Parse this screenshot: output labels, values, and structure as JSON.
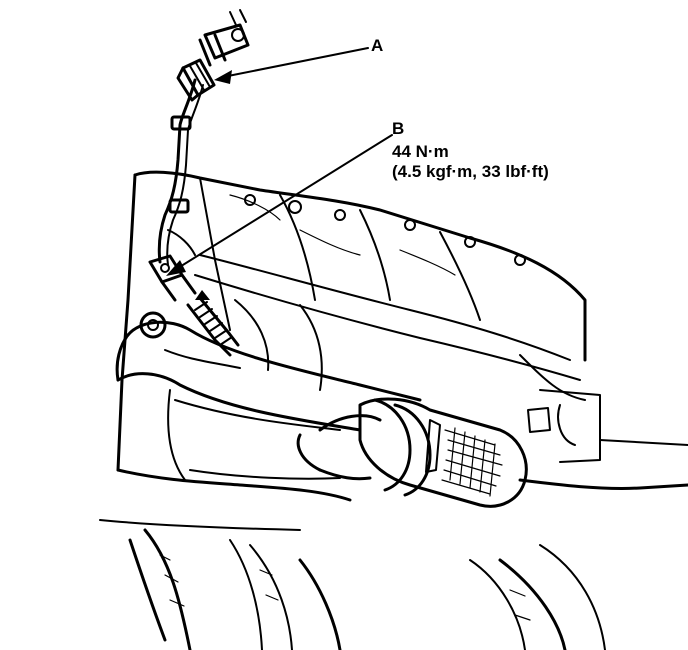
{
  "callouts": {
    "a": {
      "letter": "A"
    },
    "b": {
      "letter": "B",
      "torque_line1": "44 N·m",
      "torque_line2": "(4.5 kgf·m, 33 lbf·ft)"
    }
  },
  "colors": {
    "ink": "#000000",
    "paper": "#ffffff"
  }
}
